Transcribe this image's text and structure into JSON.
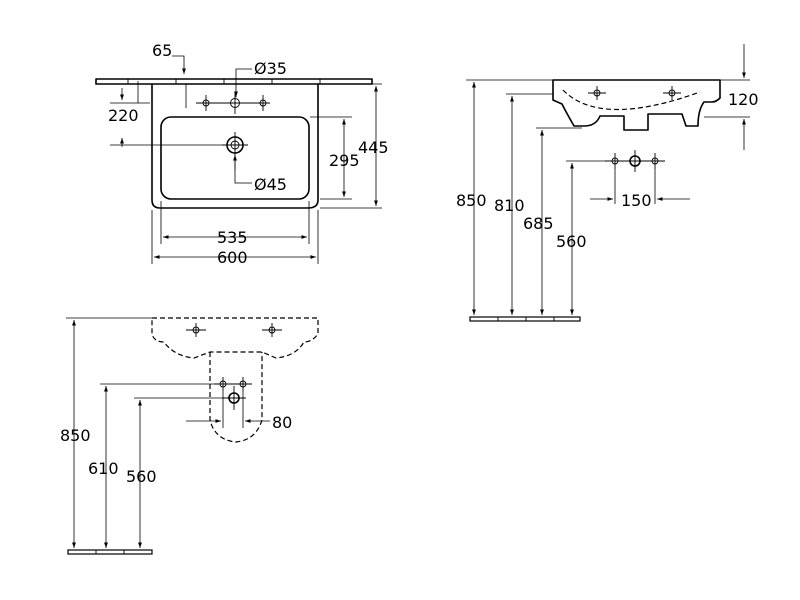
{
  "views": {
    "top": {
      "dims": {
        "tap_offset": "65",
        "tap_hole": "Ø35",
        "tap_depth": "220",
        "drain_hole": "Ø45",
        "basin_depth": "295",
        "total_depth": "445",
        "inner_width": "535",
        "total_width": "600"
      }
    },
    "side": {
      "dims": {
        "rim_thickness": "120",
        "waste_spacing": "150",
        "floor_to_top": "850",
        "floor_to_rim": "810",
        "floor_to_bottom": "685",
        "floor_to_waste": "560"
      }
    },
    "front": {
      "dims": {
        "floor_to_top": "850",
        "floor_to_supply": "610",
        "floor_to_waste": "560",
        "supply_spacing": "80"
      }
    }
  }
}
